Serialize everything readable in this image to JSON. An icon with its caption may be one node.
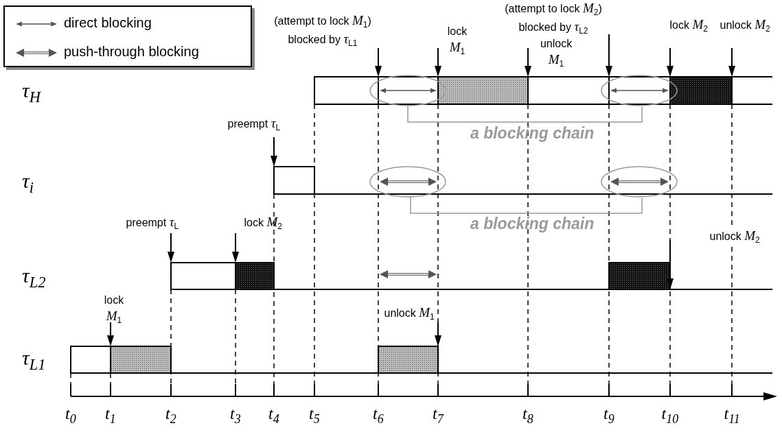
{
  "diagram": {
    "labels": [
      "(attempt to lock *M*$_{1}$) blocked by *τ*$_{L1}$",
      "lock *M*$_{1}$",
      "(attempt to lock *M*$_{2}$) blocked by *τ*$_{L2}$",
      "unlock *M*$_{1}$",
      "lock *M*$_{2}$",
      "unlock *M*$_{2}$",
      "τ$_{H}$",
      "a blocking chain",
      "preempt *τ*$_{L}$",
      "τ$_{i}$",
      "a blocking chain",
      "preempt *τ*$_{L}$",
      "lock *M*$_{2}$",
      "unlock *M*$_{2}$",
      "τ$_{L2}$",
      "lock *M*$_{1}$",
      "unlock *M*$_{1}$",
      "τ$_{L1}$",
      "t$_{0}$",
      "t$_{1}$",
      "t$_{2}$",
      "t$_{3}$",
      "t$_{4}$",
      "t$_{5}$",
      "t$_{6}$",
      "t$_{7}$",
      "t$_{8}$",
      "t$_{9}$",
      "t$_{10}$",
      "t$_{11}$"
    ],
    "legend": [
      {
        "text": "direct blocking"
      },
      {
        "text": "push-through  blocking"
      }
    ]
  }
}
